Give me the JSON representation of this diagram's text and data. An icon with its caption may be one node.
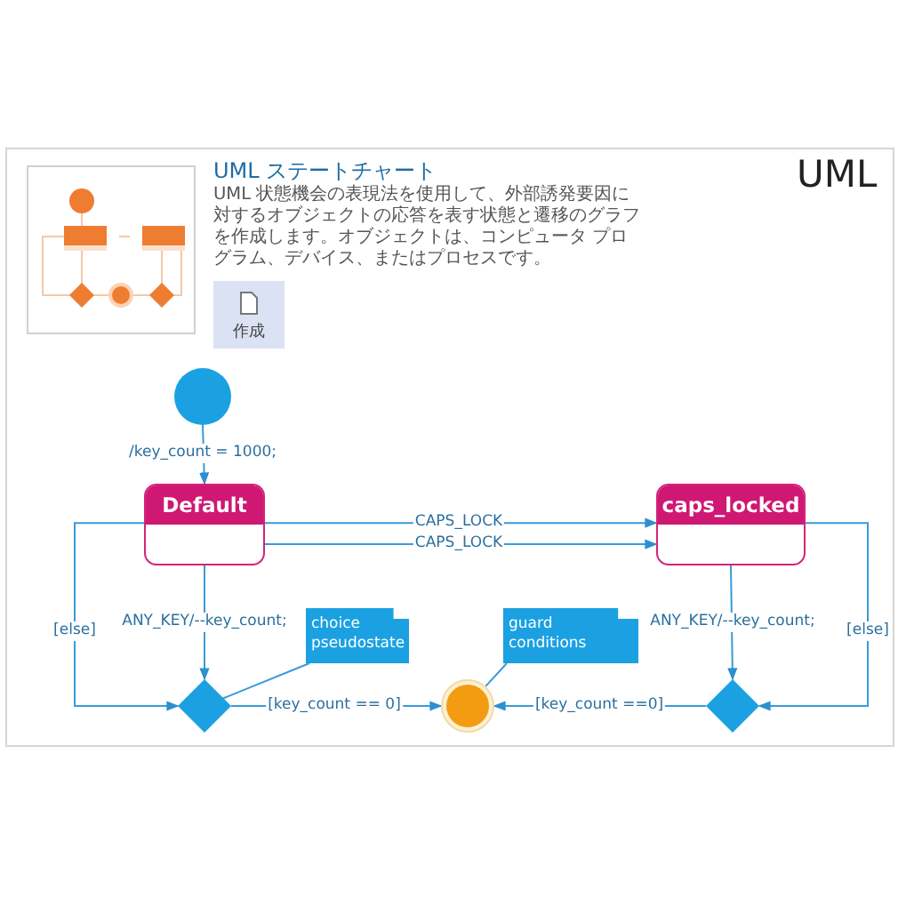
{
  "diagram": {
    "title": "UML ステートチャート",
    "nodes": [
      {
        "text": [],
        "shape": "circle"
      },
      {
        "text": [
          "Default"
        ]
      },
      {
        "text": [
          "caps_locked"
        ]
      },
      {
        "text": [],
        "shape": "diamond"
      },
      {
        "text": [],
        "shape": "circle"
      },
      {
        "text": [],
        "shape": "diamond"
      },
      {
        "text": [
          "choice pseudostate"
        ]
      },
      {
        "text": [
          "guard conditions"
        ]
      }
    ],
    "edges": [
      {
        "from": 0,
        "to": 1,
        "arrow": "to",
        "label": "/key_count = 1000;"
      },
      {
        "from": 1,
        "to": 2,
        "arrow": "to",
        "label": "CAPS_LOCK"
      },
      {
        "from": 1,
        "to": 2,
        "arrow": "to",
        "label": "CAPS_LOCK"
      },
      {
        "from": 1,
        "to": 3,
        "arrow": "to",
        "label": "ANY_KEY/--key_count;"
      },
      {
        "from": 1,
        "to": 3,
        "arrow": "to",
        "label": "[else]"
      },
      {
        "from": 3,
        "to": 4,
        "arrow": "to",
        "label": "[key_count == 0]"
      },
      {
        "from": 5,
        "to": 4,
        "arrow": "to",
        "label": "[key_count ==0]"
      },
      {
        "from": 2,
        "to": 5,
        "arrow": "to",
        "label": "ANY_KEY/--key_count;"
      },
      {
        "from": 2,
        "to": 5,
        "arrow": "to",
        "label": "[else]"
      },
      {
        "from": 6,
        "to": 3,
        "arrow": "none"
      },
      {
        "from": 7,
        "to": 4,
        "arrow": "none"
      }
    ],
    "labels": [
      "UML 状態機会の表現法を使用して、外部誘発要因に対するオブジェクトの応答を表す状態と遷移のグラフを作成します。オブジェクトは、コンピュータ プログラム、デバイス、またはプロセスです。",
      "作成",
      "UML"
    ]
  }
}
